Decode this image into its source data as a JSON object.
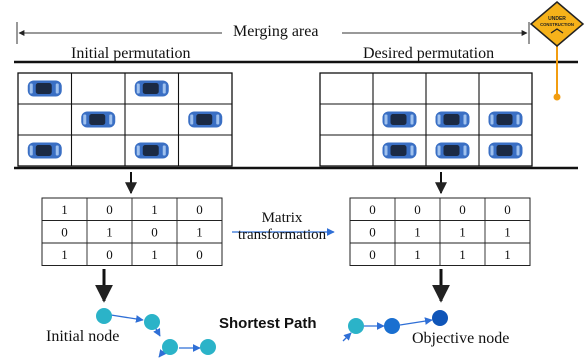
{
  "merging_area_label": "Merging area",
  "initial_label": "Initial permutation",
  "desired_label": "Desired permutation",
  "sign_text": [
    "UNDER",
    "CONSTRUCTION"
  ],
  "initial_grid": [
    [
      1,
      0,
      1,
      0
    ],
    [
      0,
      1,
      0,
      1
    ],
    [
      1,
      0,
      1,
      0
    ]
  ],
  "desired_grid": [
    [
      0,
      0,
      0,
      0
    ],
    [
      0,
      1,
      1,
      1
    ],
    [
      0,
      1,
      1,
      1
    ]
  ],
  "initial_matrix": [
    [
      "1",
      "0",
      "1",
      "0"
    ],
    [
      "0",
      "1",
      "0",
      "1"
    ],
    [
      "1",
      "0",
      "1",
      "0"
    ]
  ],
  "desired_matrix": [
    [
      "0",
      "0",
      "0",
      "0"
    ],
    [
      "0",
      "1",
      "1",
      "1"
    ],
    [
      "0",
      "1",
      "1",
      "1"
    ]
  ],
  "transform_label": [
    "Matrix",
    "transformation"
  ],
  "shortest_path_label": "Shortest Path",
  "initial_node_label": "Initial node",
  "objective_node_label": "Objective node",
  "colors": {
    "car_body": "#3a6fc4",
    "car_glass": "#1b2a44",
    "node_teal": "#2bb3c8",
    "node_blue": "#1a6fd0",
    "node_dark": "#0f55b8",
    "arrow_blue": "#2f6fd6",
    "sign_yellow": "#f6b21a",
    "sign_pole": "#f29d10"
  }
}
